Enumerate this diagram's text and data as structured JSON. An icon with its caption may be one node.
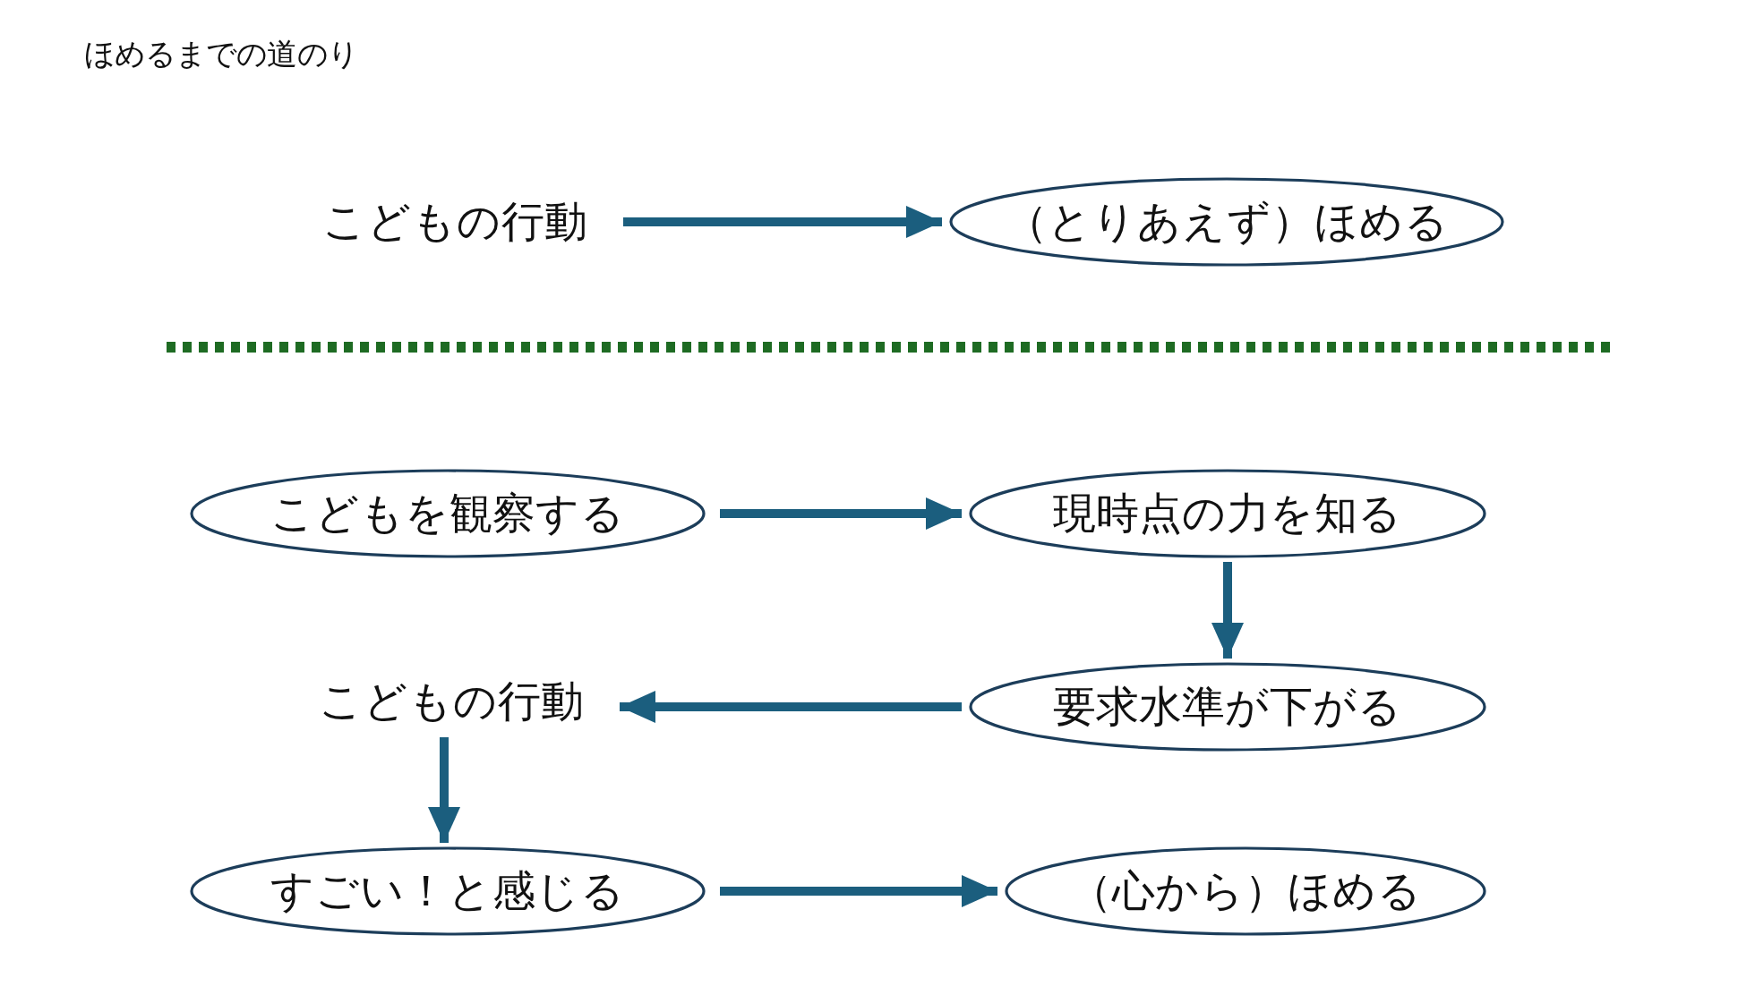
{
  "diagram": {
    "title": "ほめるまでの道のり",
    "nodes": [
      {
        "text": [
          "こどもの行動"
        ]
      },
      {
        "text": [
          "（とりあえず）ほめる"
        ]
      },
      {
        "text": [
          "こどもを観察する"
        ]
      },
      {
        "text": [
          "現時点の力を知る"
        ]
      },
      {
        "text": [
          "要求水準が下がる"
        ]
      },
      {
        "text": [
          "こどもの行動"
        ]
      },
      {
        "text": [
          "すごい！と感じる"
        ]
      },
      {
        "text": [
          "（心から）ほめる"
        ]
      }
    ],
    "edges": [
      {
        "from": 0,
        "to": 1,
        "arrow": "to"
      },
      {
        "from": 2,
        "to": 3,
        "arrow": "to"
      },
      {
        "from": 3,
        "to": 4,
        "arrow": "to"
      },
      {
        "from": 4,
        "to": 5,
        "arrow": "to"
      },
      {
        "from": 5,
        "to": 6,
        "arrow": "to"
      },
      {
        "from": 6,
        "to": 7,
        "arrow": "to"
      }
    ]
  }
}
